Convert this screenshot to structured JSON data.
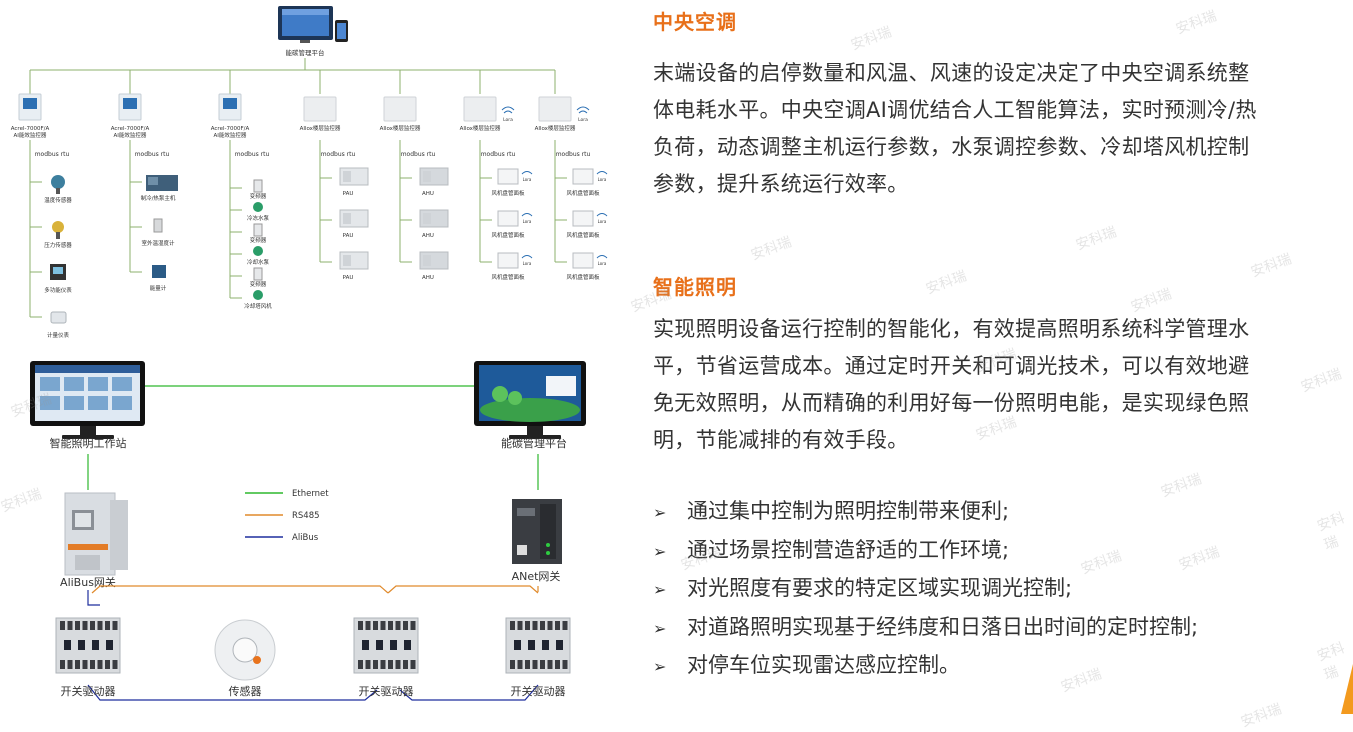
{
  "top_diagram": {
    "platform_label": "能碳管理平台",
    "controllers": [
      {
        "label1": "Acrel-7000F/A",
        "label2": "AI能效监控器",
        "bus": "modbus rtu"
      },
      {
        "label1": "Acrel-7000F/A",
        "label2": "AI能效监控器",
        "bus": "modbus rtu"
      },
      {
        "label1": "Acrel-7000F/A",
        "label2": "AI能效监控器",
        "bus": "modbus rtu"
      },
      {
        "label1": "AIlox楼层监控器",
        "label2": "",
        "bus": "modbus rtu"
      },
      {
        "label1": "AIlox楼层监控器",
        "label2": "",
        "bus": "modbus rtu"
      },
      {
        "label1": "AIlox楼层监控器",
        "label2": "",
        "bus": "modbus rtu"
      },
      {
        "label1": "AIlox楼层监控器",
        "label2": "",
        "bus": "modbus rtu"
      }
    ],
    "lora_label": "Lora",
    "col1_devices": [
      "温度传感器",
      "压力传感器",
      "多功能仪表",
      "计量仪表"
    ],
    "col2_devices": [
      "制冷/热泵主机",
      "室外温湿度计",
      "能量计"
    ],
    "col3_devices": [
      "变频器",
      "冷冻水泵",
      "变频器",
      "冷却水泵",
      "变频器",
      "冷却塔风机"
    ],
    "col4_devices": [
      "PAU",
      "PAU",
      "PAU"
    ],
    "col5_devices": [
      "AHU",
      "AHU",
      "AHU"
    ],
    "col6_devices": [
      "风机盘管面板",
      "风机盘管面板",
      "风机盘管面板"
    ],
    "col7_devices": [
      "风机盘管面板",
      "风机盘管面板",
      "风机盘管面板"
    ]
  },
  "bottom_diagram": {
    "workstation_label": "智能照明工作站",
    "platform_label": "能碳管理平台",
    "alibus_gateway_label": "AliBus网关",
    "anet_gateway_label": "ANet网关",
    "legend": [
      {
        "name": "Ethernet",
        "color": "#2eb82e"
      },
      {
        "name": "RS485",
        "color": "#e08a2c"
      },
      {
        "name": "AliBus",
        "color": "#1f2f9e"
      }
    ],
    "bottom_devices": [
      "开关驱动器",
      "传感器",
      "开关驱动器",
      "开关驱动器"
    ]
  },
  "hvac": {
    "title": "中央空调",
    "lines": [
      "末端设备的启停数量和风温、风速的设定决定了中央空调系统整",
      "体电耗水平。中央空调AI调优结合人工智能算法，实时预测冷/热",
      "负荷，动态调整主机运行参数，水泵调控参数、冷却塔风机控制",
      "参数，提升系统运行效率。"
    ]
  },
  "lighting": {
    "title": "智能照明",
    "lines": [
      "实现照明设备运行控制的智能化，有效提高照明系统科学管理水",
      "平，节省运营成本。通过定时开关和可调光技术，可以有效地避",
      "免无效照明，从而精确的利用好每一份照明电能，是实现绿色照",
      "明，节能减排的有效手段。"
    ],
    "bullet_symbol": "➢",
    "bullets": [
      "通过集中控制为照明控制带来便利;",
      "通过场景控制营造舒适的工作环境;",
      "对光照度有要求的特定区域实现调光控制;",
      "对道路照明实现基于经纬度和日落日出时间的定时控制;",
      "对停车位实现雷达感应控制。"
    ]
  },
  "watermark": "安科瑞",
  "colors": {
    "accent": "#e8701a",
    "ethernet": "#2eb82e",
    "rs485": "#e08a2c",
    "alibus": "#1f2f9e"
  }
}
